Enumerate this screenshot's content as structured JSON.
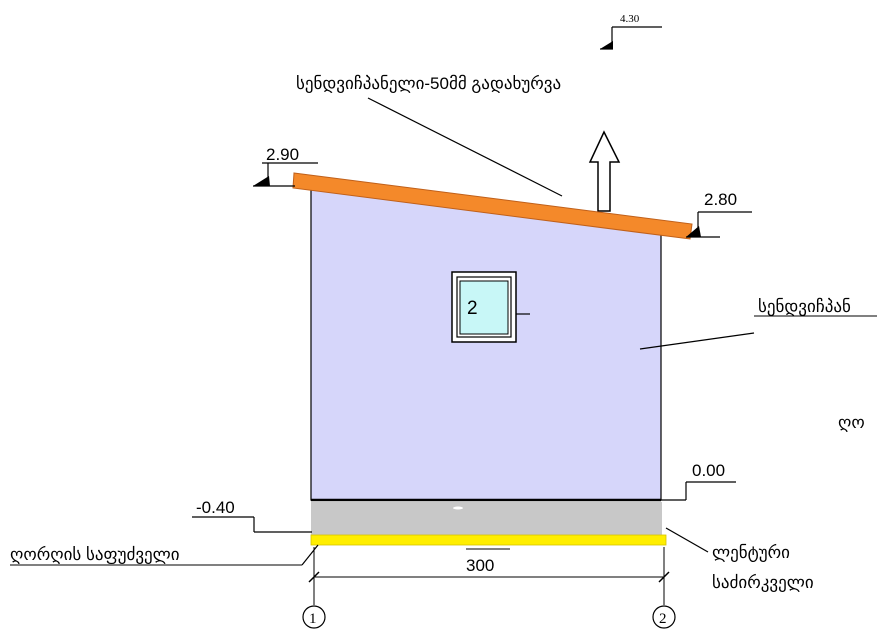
{
  "labels": {
    "roof_top_mark": "4.30",
    "roof_material": "სენდვიჩპანელი-50მმ გადახურვა",
    "level_left": "2.90",
    "level_right": "2.80",
    "wall_material": "სენდვიჩპან",
    "side_text": "ღო",
    "ground_level": "0.00",
    "foundation_level": "-0.40",
    "foundation_label": "ღორღის საფუძველი",
    "strip_label_line1": "ლენტური",
    "strip_label_line2": "საძირკველი",
    "span_dimension": "300",
    "window_mark": "2",
    "axis_1": "1",
    "axis_2": "2"
  },
  "colors": {
    "roof": "#f4892a",
    "wall": "#d6d6fa",
    "window_glass": "#c8f7f7",
    "foundation_gravel": "#c8c8c8",
    "strip_footing": "#ffee00",
    "line": "#000000"
  }
}
